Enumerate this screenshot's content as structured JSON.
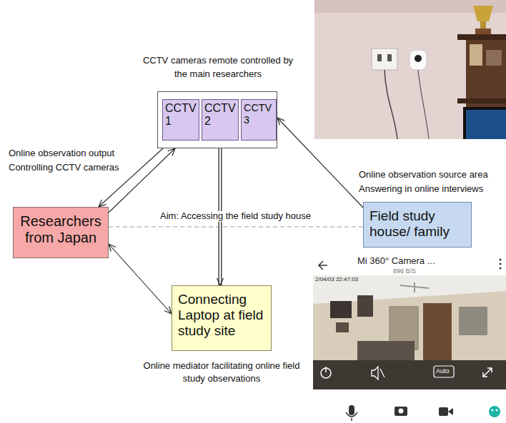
{
  "diagram": {
    "nodes": [
      {
        "text": [
          "CCTV cameras remote controlled by the main researchers"
        ]
      },
      {
        "text": [
          "CCTV 1"
        ],
        "in": 0
      },
      {
        "text": [
          "CCTV 2"
        ],
        "in": 0
      },
      {
        "text": [
          "CCTV 3"
        ],
        "in": 0
      },
      {
        "text": [
          "Researchers from Japan"
        ]
      },
      {
        "text": [
          "Field study house/ family"
        ]
      },
      {
        "text": [
          "Connecting Laptop at field study site",
          "Online mediator facilitating online field study observations"
        ]
      }
    ],
    "edges": [
      {
        "from": 0,
        "to": 4,
        "arrow": "to"
      },
      {
        "from": 4,
        "to": 0,
        "arrow": "to"
      },
      {
        "from": 2,
        "to": 6,
        "arrow": "both"
      },
      {
        "from": 4,
        "to": 6,
        "arrow": "both"
      },
      {
        "from": 4,
        "to": 5,
        "label": "Aim: Accessing the field study house",
        "arrow": "none"
      },
      {
        "from": 5,
        "to": 0,
        "arrow": "to"
      }
    ],
    "labels": [
      "Online observation output",
      "Controlling CCTV cameras",
      "Online observation source area",
      "Answering in online interviews",
      "Mi 360° Camera ...",
      "896 B/S",
      "2/04/03 22:47:03",
      "Auto"
    ]
  }
}
